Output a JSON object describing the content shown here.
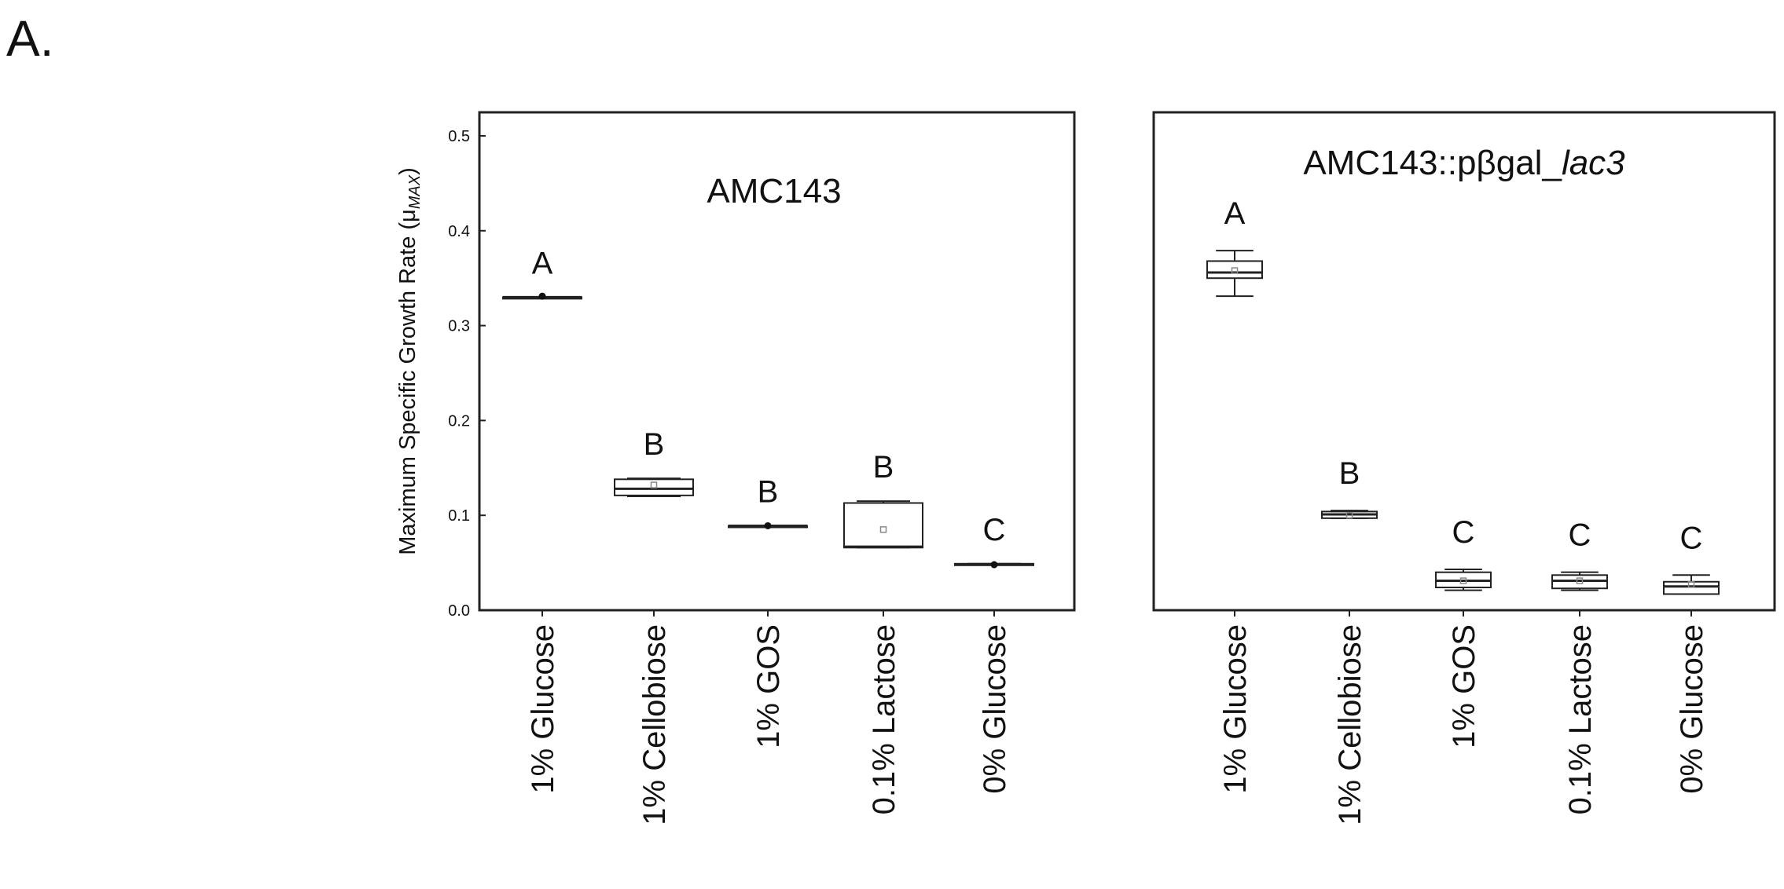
{
  "panel_label": "A.",
  "y_axis": {
    "label_main": "Maximum Specific Growth Rate (μ",
    "label_sub": "MAX",
    "label_end": ")",
    "ticks": [
      "0.0",
      "0.1",
      "0.2",
      "0.3",
      "0.4",
      "0.5"
    ]
  },
  "chart_data": [
    {
      "type": "box",
      "title": "AMC143",
      "categories": [
        "1% Glucose",
        "1% Cellobiose",
        "1% GOS",
        "0.1% Lactose",
        "0% Glucose"
      ],
      "ylim": [
        0,
        0.52
      ],
      "boxes": [
        {
          "min": 0.33,
          "q1": 0.33,
          "median": 0.33,
          "q3": 0.33,
          "max": 0.33,
          "mean": 0.331
        },
        {
          "min": 0.12,
          "q1": 0.121,
          "median": 0.128,
          "q3": 0.138,
          "max": 0.139,
          "mean": 0.132
        },
        {
          "min": 0.088,
          "q1": 0.088,
          "median": 0.089,
          "q3": 0.089,
          "max": 0.089,
          "mean": 0.089
        },
        {
          "min": 0.066,
          "q1": 0.066,
          "median": 0.067,
          "q3": 0.113,
          "max": 0.115,
          "mean": 0.085
        },
        {
          "min": 0.048,
          "q1": 0.048,
          "median": 0.048,
          "q3": 0.049,
          "max": 0.049,
          "mean": 0.048
        }
      ],
      "letters": [
        "A",
        "B",
        "B",
        "B",
        "C"
      ]
    },
    {
      "type": "box",
      "title_main": "AMC143::pβgal_",
      "title_italic": "lac3",
      "categories": [
        "1% Glucose",
        "1% Cellobiose",
        "1% GOS",
        "0.1% Lactose",
        "0% Glucose"
      ],
      "ylim": [
        0,
        0.52
      ],
      "boxes": [
        {
          "min": 0.331,
          "q1": 0.35,
          "median": 0.356,
          "q3": 0.368,
          "max": 0.379,
          "mean": 0.358
        },
        {
          "min": 0.097,
          "q1": 0.097,
          "median": 0.101,
          "q3": 0.104,
          "max": 0.105,
          "mean": 0.1
        },
        {
          "min": 0.021,
          "q1": 0.024,
          "median": 0.031,
          "q3": 0.04,
          "max": 0.043,
          "mean": 0.031
        },
        {
          "min": 0.021,
          "q1": 0.023,
          "median": 0.031,
          "q3": 0.037,
          "max": 0.04,
          "mean": 0.031
        },
        {
          "min": 0.017,
          "q1": 0.017,
          "median": 0.025,
          "q3": 0.03,
          "max": 0.037,
          "mean": 0.027
        }
      ],
      "letters": [
        "A",
        "B",
        "C",
        "C",
        "C"
      ]
    }
  ]
}
